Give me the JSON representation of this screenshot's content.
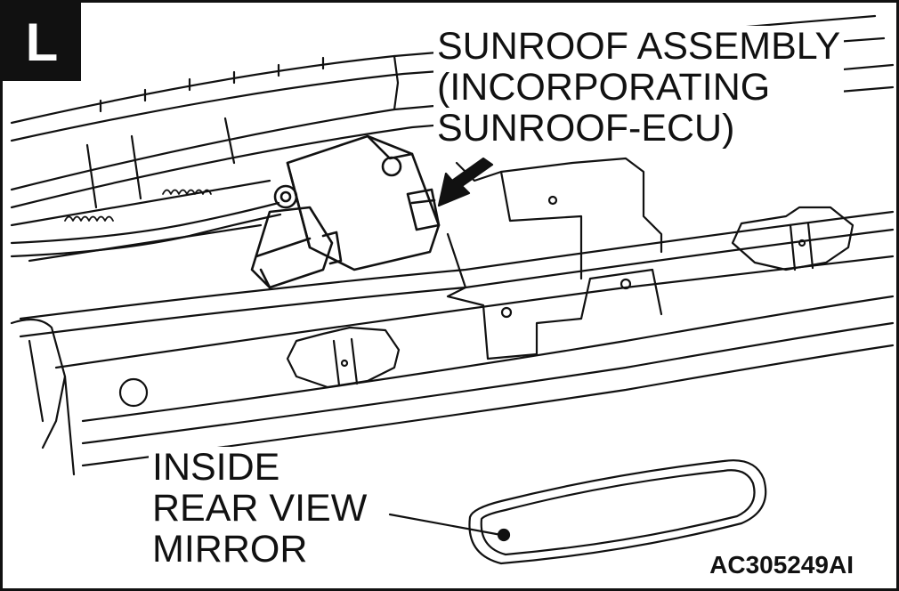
{
  "figure": {
    "section_letter": "L",
    "figure_code": "AC305249AI"
  },
  "labels": {
    "sunroof_assembly": [
      "SUNROOF ASSEMBLY",
      "(INCORPORATING",
      "SUNROOF-ECU)"
    ],
    "inside_rear_view_mirror": [
      "INSIDE",
      "REAR VIEW",
      "MIRROR"
    ]
  },
  "colors": {
    "line": "#111111",
    "background": "#ffffff"
  }
}
